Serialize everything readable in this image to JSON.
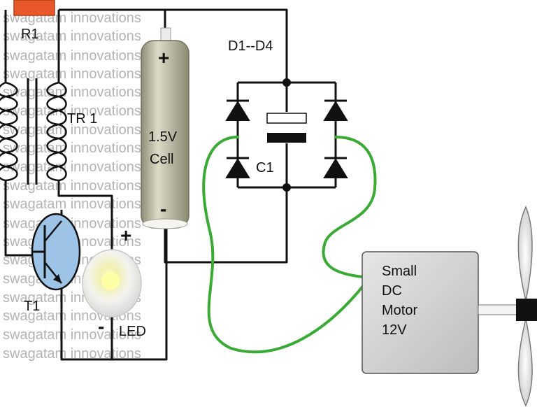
{
  "watermark": "swagatam innovations",
  "labels": {
    "r1": "R1",
    "tr1": "TR 1",
    "t1": "T1",
    "led": "LED",
    "cell_line1": "1.5V",
    "cell_line2": "Cell",
    "diodes": "D1--D4",
    "c1": "C1",
    "motor_line1": "Small",
    "motor_line2": "DC",
    "motor_line3": "Motor",
    "motor_line4": "12V"
  },
  "signs": {
    "cell_plus": "+",
    "cell_minus": "-",
    "led_plus": "+",
    "led_minus": "-"
  },
  "colors": {
    "wire": "#111111",
    "ac_wire": "#3aaa35",
    "resistor": "#e8582a",
    "transistor": "#9dc3e6",
    "motor": "#cfcfcf",
    "cell": "#b9b8a0",
    "watermark": "#b4b4b4"
  }
}
